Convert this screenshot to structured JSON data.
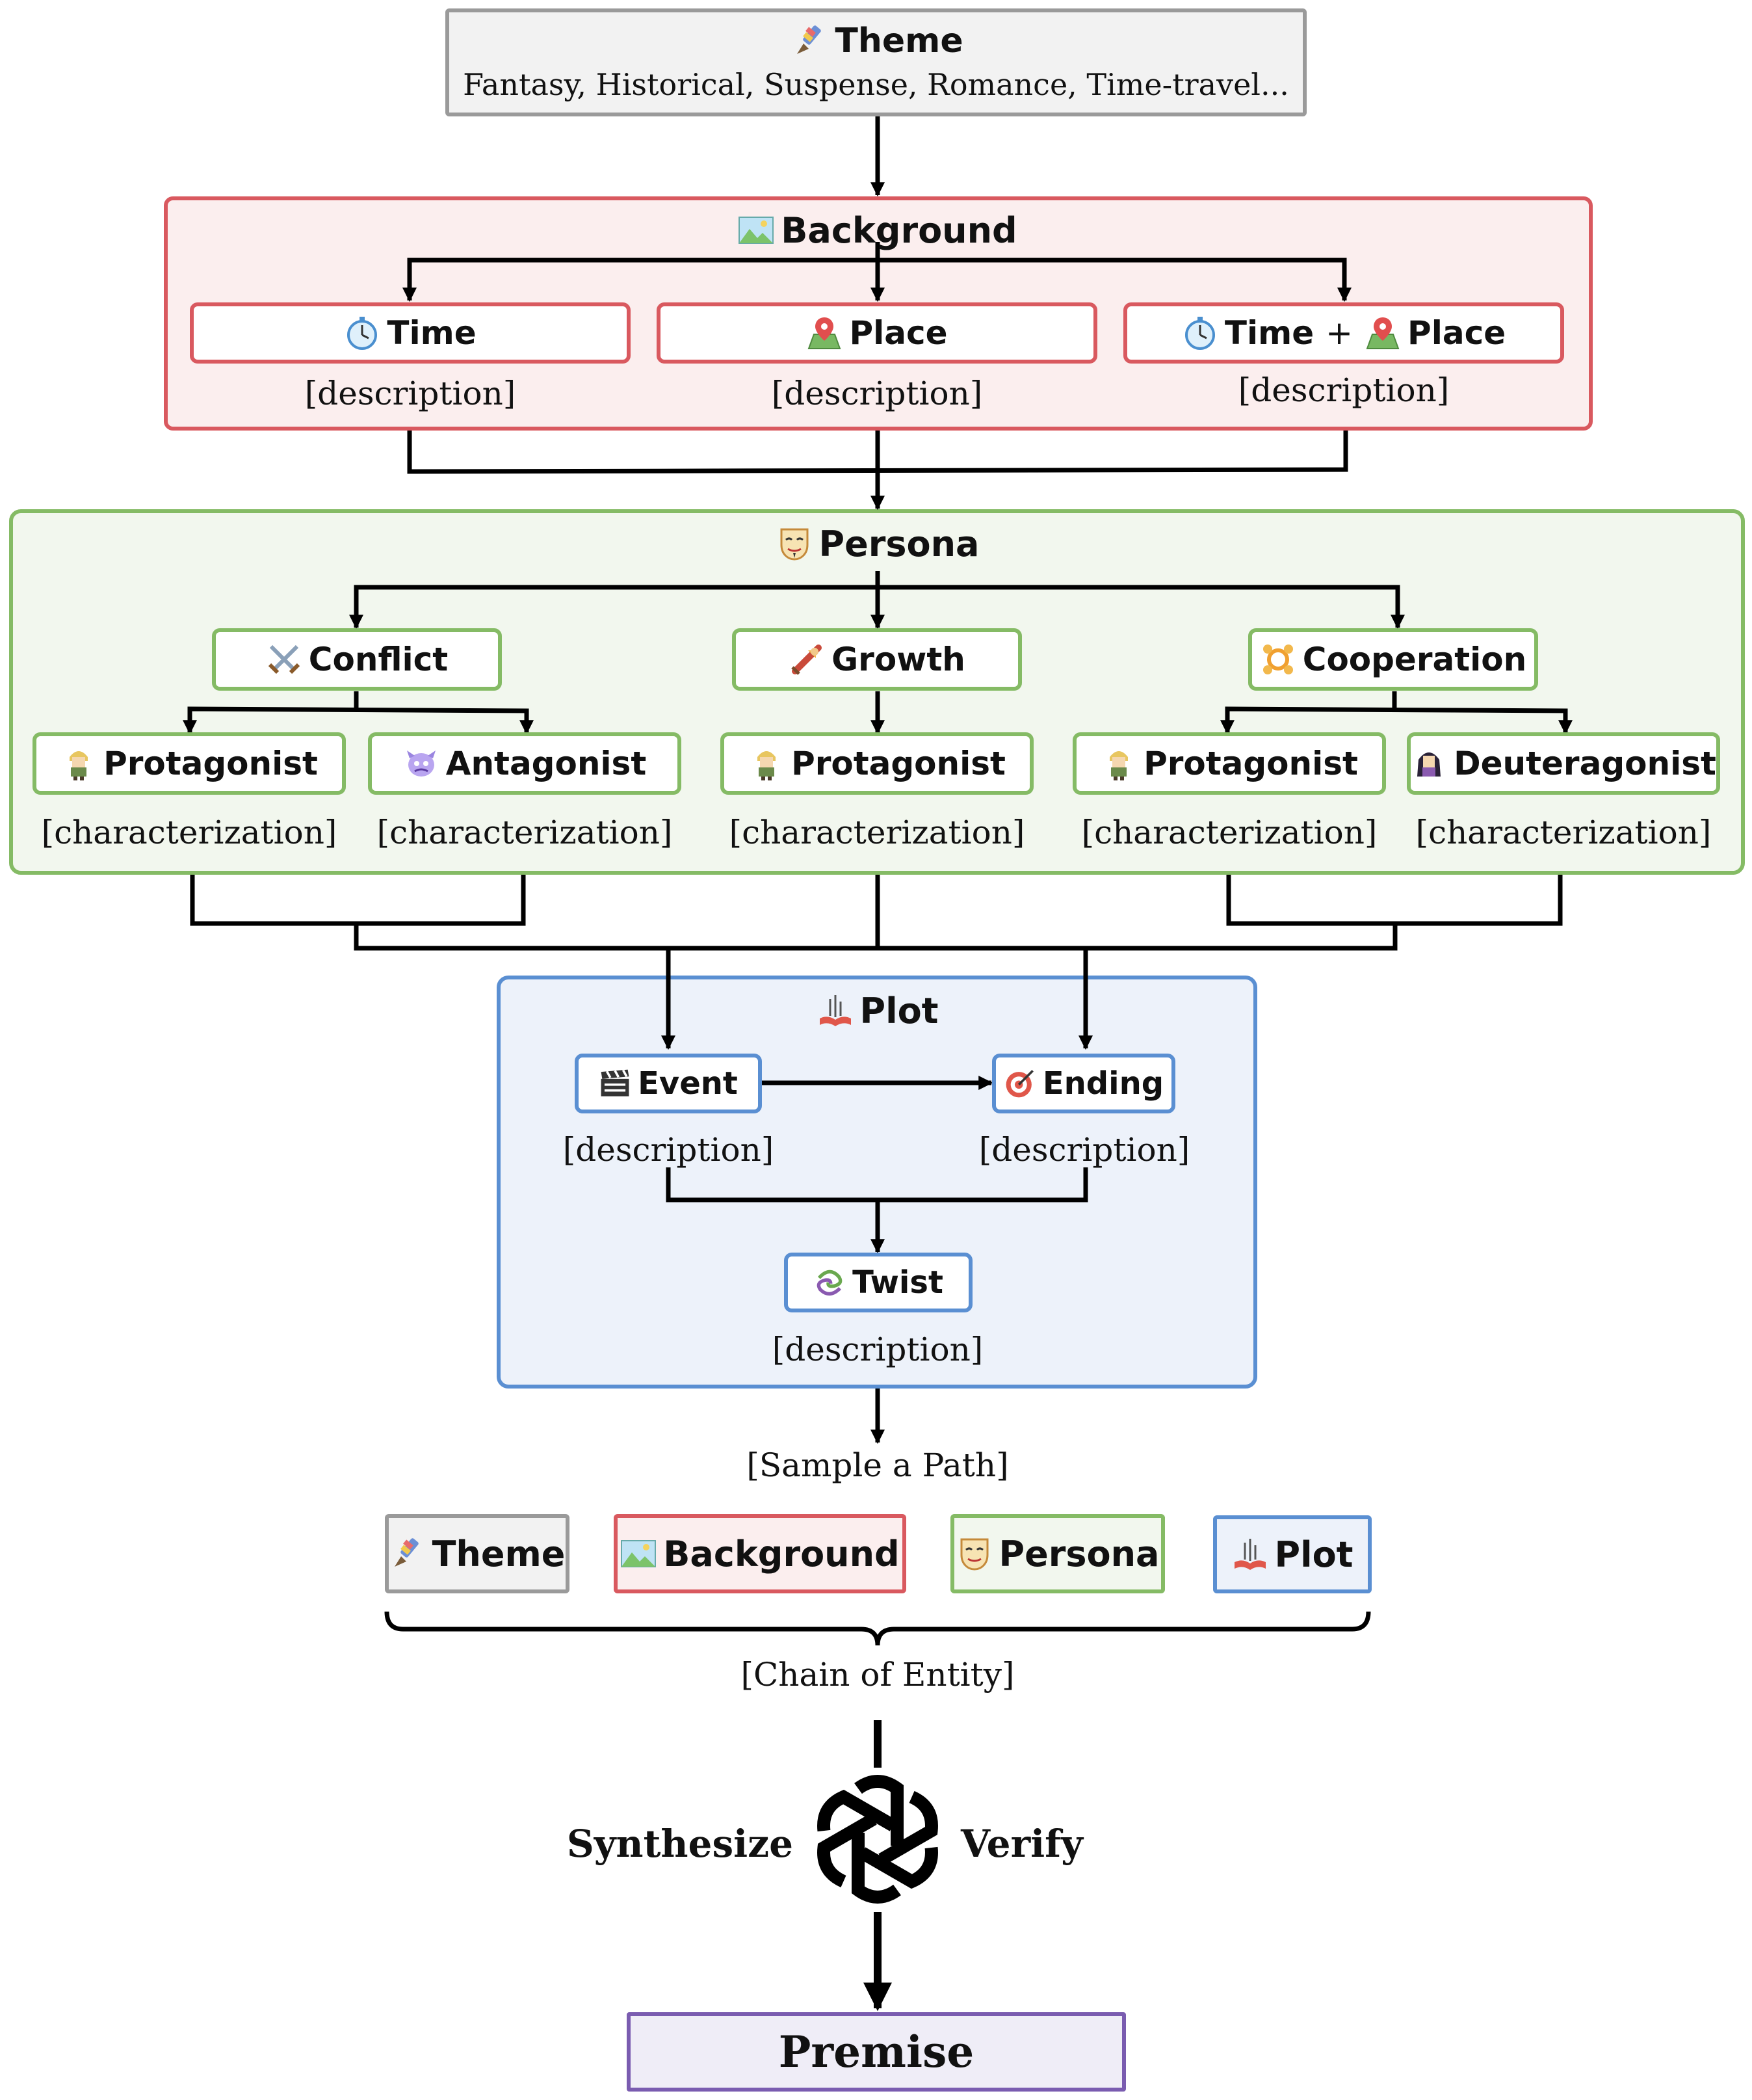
{
  "theme": {
    "title": "Theme",
    "examples": "Fantasy, Historical, Suspense, Romance, Time-travel..."
  },
  "background": {
    "title": "Background",
    "nodes": [
      {
        "label": "Time",
        "desc": "[description]"
      },
      {
        "label": "Place",
        "desc": "[description]"
      },
      {
        "label_a": "Time",
        "plus": "+",
        "label_b": "Place",
        "desc": "[description]"
      }
    ]
  },
  "persona": {
    "title": "Persona",
    "groups": [
      {
        "label": "Conflict"
      },
      {
        "label": "Growth"
      },
      {
        "label": "Cooperation"
      }
    ],
    "roles": [
      {
        "label": "Protagonist",
        "desc": "[characterization]"
      },
      {
        "label": "Antagonist",
        "desc": "[characterization]"
      },
      {
        "label": "Protagonist",
        "desc": "[characterization]"
      },
      {
        "label": "Protagonist",
        "desc": "[characterization]"
      },
      {
        "label": "Deuteragonist",
        "desc": "[characterization]"
      }
    ]
  },
  "plot": {
    "title": "Plot",
    "event": {
      "label": "Event",
      "desc": "[description]"
    },
    "ending": {
      "label": "Ending",
      "desc": "[description]"
    },
    "twist": {
      "label": "Twist",
      "desc": "[description]"
    }
  },
  "sample_label": "[Sample a Path]",
  "chain": {
    "items": [
      "Theme",
      "Background",
      "Persona",
      "Plot"
    ],
    "label": "[Chain of Entity]"
  },
  "llm": {
    "left": "Synthesize",
    "right": "Verify",
    "icon": "openai-logo-icon"
  },
  "premise": "Premise",
  "colors": {
    "theme_border": "#9a9a9a",
    "theme_fill": "#f2f2f2",
    "background_border": "#d9595f",
    "background_fill": "#fbeeee",
    "persona_border": "#85bb65",
    "persona_fill": "#f2f7ee",
    "plot_border": "#5a8fd2",
    "plot_fill": "#edf2fa",
    "premise_border": "#7a5cb0",
    "premise_fill": "#efedf7"
  }
}
